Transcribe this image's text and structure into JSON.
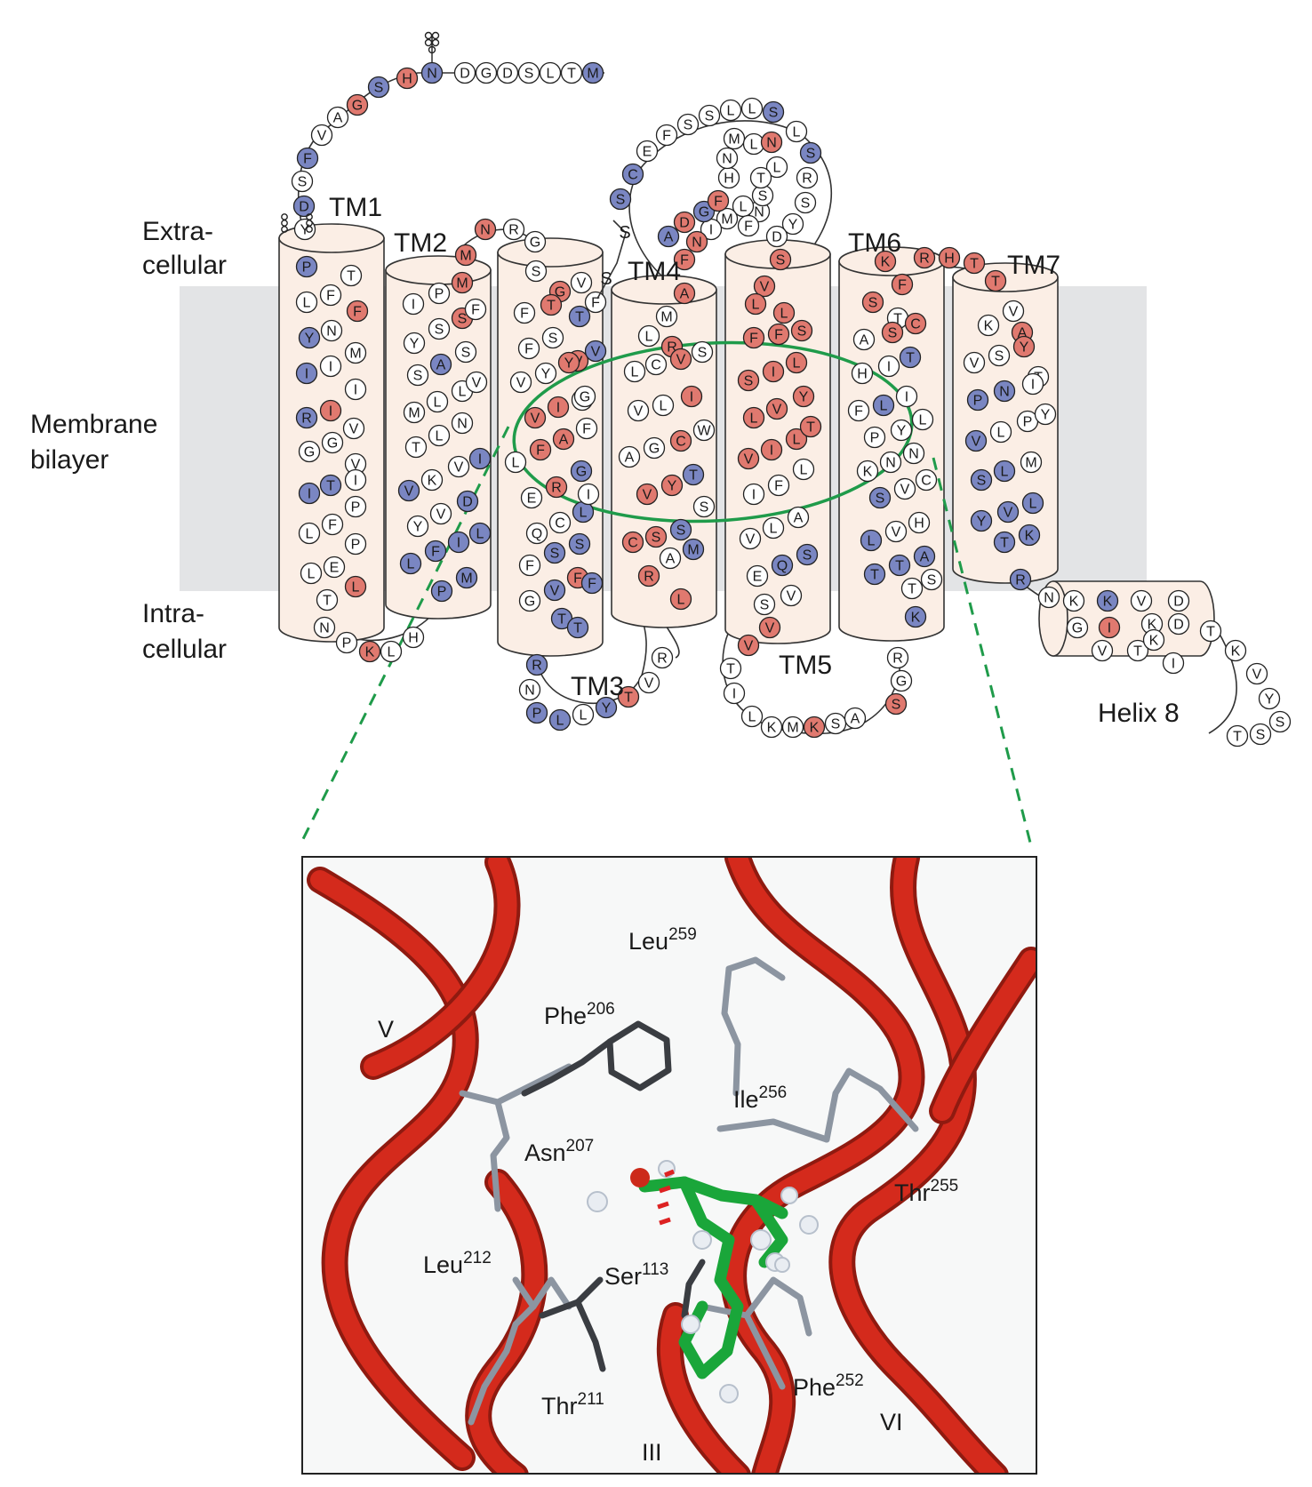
{
  "colors": {
    "red_residue": "#e0796f",
    "blue_residue": "#7a86c2",
    "white_residue": "#ffffff",
    "membrane": "#e3e4e6",
    "helix_fill": "#fbeee5",
    "pocket_ellipse": "#1f9b4a",
    "ribbon": "#d42a1c"
  },
  "region_labels": {
    "extracellular_1": "Extra-",
    "extracellular_2": "cellular",
    "membrane_1": "Membrane",
    "membrane_2": "bilayer",
    "intracellular_1": "Intra-",
    "intracellular_2": "cellular"
  },
  "helix_labels": [
    "TM1",
    "TM2",
    "TM3",
    "TM4",
    "TM5",
    "TM6",
    "TM7",
    "Helix 8"
  ],
  "disulfide_labels": [
    "S",
    "S"
  ],
  "inset": {
    "helix_labels": [
      "V",
      "III",
      "VI"
    ],
    "residues": [
      {
        "name": "Leu",
        "num": "259"
      },
      {
        "name": "Phe",
        "num": "206"
      },
      {
        "name": "Ile",
        "num": "256"
      },
      {
        "name": "Asn",
        "num": "207"
      },
      {
        "name": "Thr",
        "num": "255"
      },
      {
        "name": "Leu",
        "num": "212"
      },
      {
        "name": "Ser",
        "num": "113"
      },
      {
        "name": "Phe",
        "num": "252"
      },
      {
        "name": "Thr",
        "num": "211"
      }
    ]
  },
  "sequence": {
    "n_term": "MTLSDGDNHSGAVFSDY",
    "tm1": "PTLFFYNMIIIRIVGGVITILFPLE",
    "icl1": "NPKLH",
    "tm2": "IPMYSSFSASMLLVTLNVKVIYVDLLF",
    "ecl1": "MNRG",
    "tm3": "SGVFFTTFSVVVYYVVIGLFAFERGQCLIFS",
    "icl2": "RNPLLYTV",
    "tm4": "AMRLLCVSVLIAGCWVYTSCSS",
    "ecl2": "SCEFSSLLSLSRSYDNLMINFGFHNMLNLSFTDA",
    "tm5": "SVLLFFSSILLVYVILTIFLVLAEQS",
    "icl3": "VVTILKMKSASGR",
    "tm6": "KFSTASCHITFLIPYLKNNSVCLVHTTATS",
    "ecl3": "RHT",
    "tm7": "TVKAVSYTPNIVLPYSLMYVLTKFI",
    "helix8": "RNKKVDDKIGVTKI",
    "c_term": "TKVYSS"
  }
}
